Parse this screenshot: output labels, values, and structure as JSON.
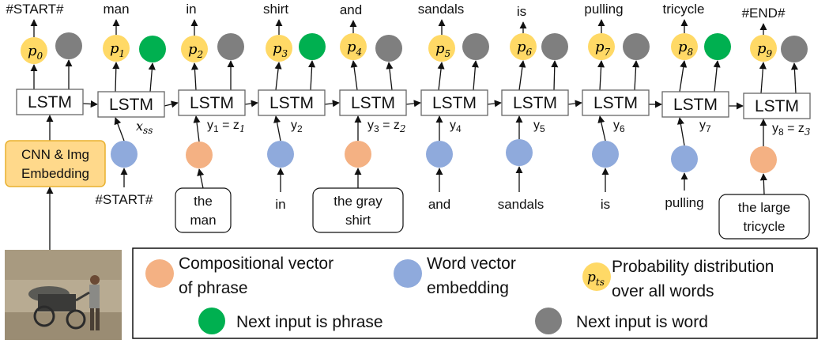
{
  "top_words": [
    "#START#",
    "man",
    "in",
    "shirt",
    "and",
    "sandals",
    "is",
    "pulling",
    "tricycle",
    "#END#"
  ],
  "prob_nodes": [
    {
      "base": "p",
      "sub": "0"
    },
    {
      "base": "p",
      "sub": "1"
    },
    {
      "base": "p",
      "sub": "2"
    },
    {
      "base": "p",
      "sub": "3"
    },
    {
      "base": "p",
      "sub": "4"
    },
    {
      "base": "p",
      "sub": "5"
    },
    {
      "base": "p",
      "sub": "6"
    },
    {
      "base": "p",
      "sub": "7"
    },
    {
      "base": "p",
      "sub": "8"
    },
    {
      "base": "p",
      "sub": "9"
    }
  ],
  "next_input": [
    "word",
    "phrase",
    "word",
    "phrase",
    "word",
    "word",
    "word",
    "word",
    "phrase",
    "word"
  ],
  "lstm_label": "LSTM",
  "hidden_labels": [
    {
      "main": "x",
      "sub": "ss",
      "italic": true
    },
    {
      "main": "y",
      "sub": "1",
      "suffix": " = z",
      "sub2": "1"
    },
    {
      "main": "y",
      "sub": "2"
    },
    {
      "main": "y",
      "sub": "3",
      "suffix": " = z",
      "sub2": "2"
    },
    {
      "main": "y",
      "sub": "4"
    },
    {
      "main": "y",
      "sub": "5"
    },
    {
      "main": "y",
      "sub": "6"
    },
    {
      "main": "y",
      "sub": "7"
    },
    {
      "main": "y",
      "sub": "8",
      "suffix": " = z",
      "sub2": "3"
    }
  ],
  "input_nodes": [
    "word",
    "phrase",
    "word",
    "phrase",
    "word",
    "word",
    "word",
    "word",
    "phrase"
  ],
  "input_labels": [
    {
      "lines": [
        "#START#"
      ],
      "boxed": false
    },
    {
      "lines": [
        "the",
        "man"
      ],
      "boxed": true
    },
    {
      "lines": [
        "in"
      ],
      "boxed": false
    },
    {
      "lines": [
        "the gray",
        "shirt"
      ],
      "boxed": true
    },
    {
      "lines": [
        "and"
      ],
      "boxed": false
    },
    {
      "lines": [
        "sandals"
      ],
      "boxed": false
    },
    {
      "lines": [
        "is"
      ],
      "boxed": false
    },
    {
      "lines": [
        "pulling"
      ],
      "boxed": false
    },
    {
      "lines": [
        "the large",
        "tricycle"
      ],
      "boxed": true
    }
  ],
  "cnn_box": {
    "lines": [
      "CNN & Img",
      "Embedding"
    ]
  },
  "legend": {
    "phrase_vector": [
      "Compositional vector",
      "of phrase"
    ],
    "word_vector": [
      "Word vector",
      "embedding"
    ],
    "prob_symbol": {
      "base": "p",
      "sub": "ts"
    },
    "prob_dist": [
      "Probability distribution",
      "over all words"
    ],
    "next_phrase": "Next input is phrase",
    "next_word": "Next input is word"
  },
  "colors": {
    "prob": "#FFD966",
    "phrase_vector": "#F4B183",
    "word_vector": "#8FAADC",
    "next_phrase": "#00B050",
    "next_word": "#7F7F7F",
    "cnn_fill": "#FFD98B",
    "cnn_stroke": "#E8B02E"
  }
}
